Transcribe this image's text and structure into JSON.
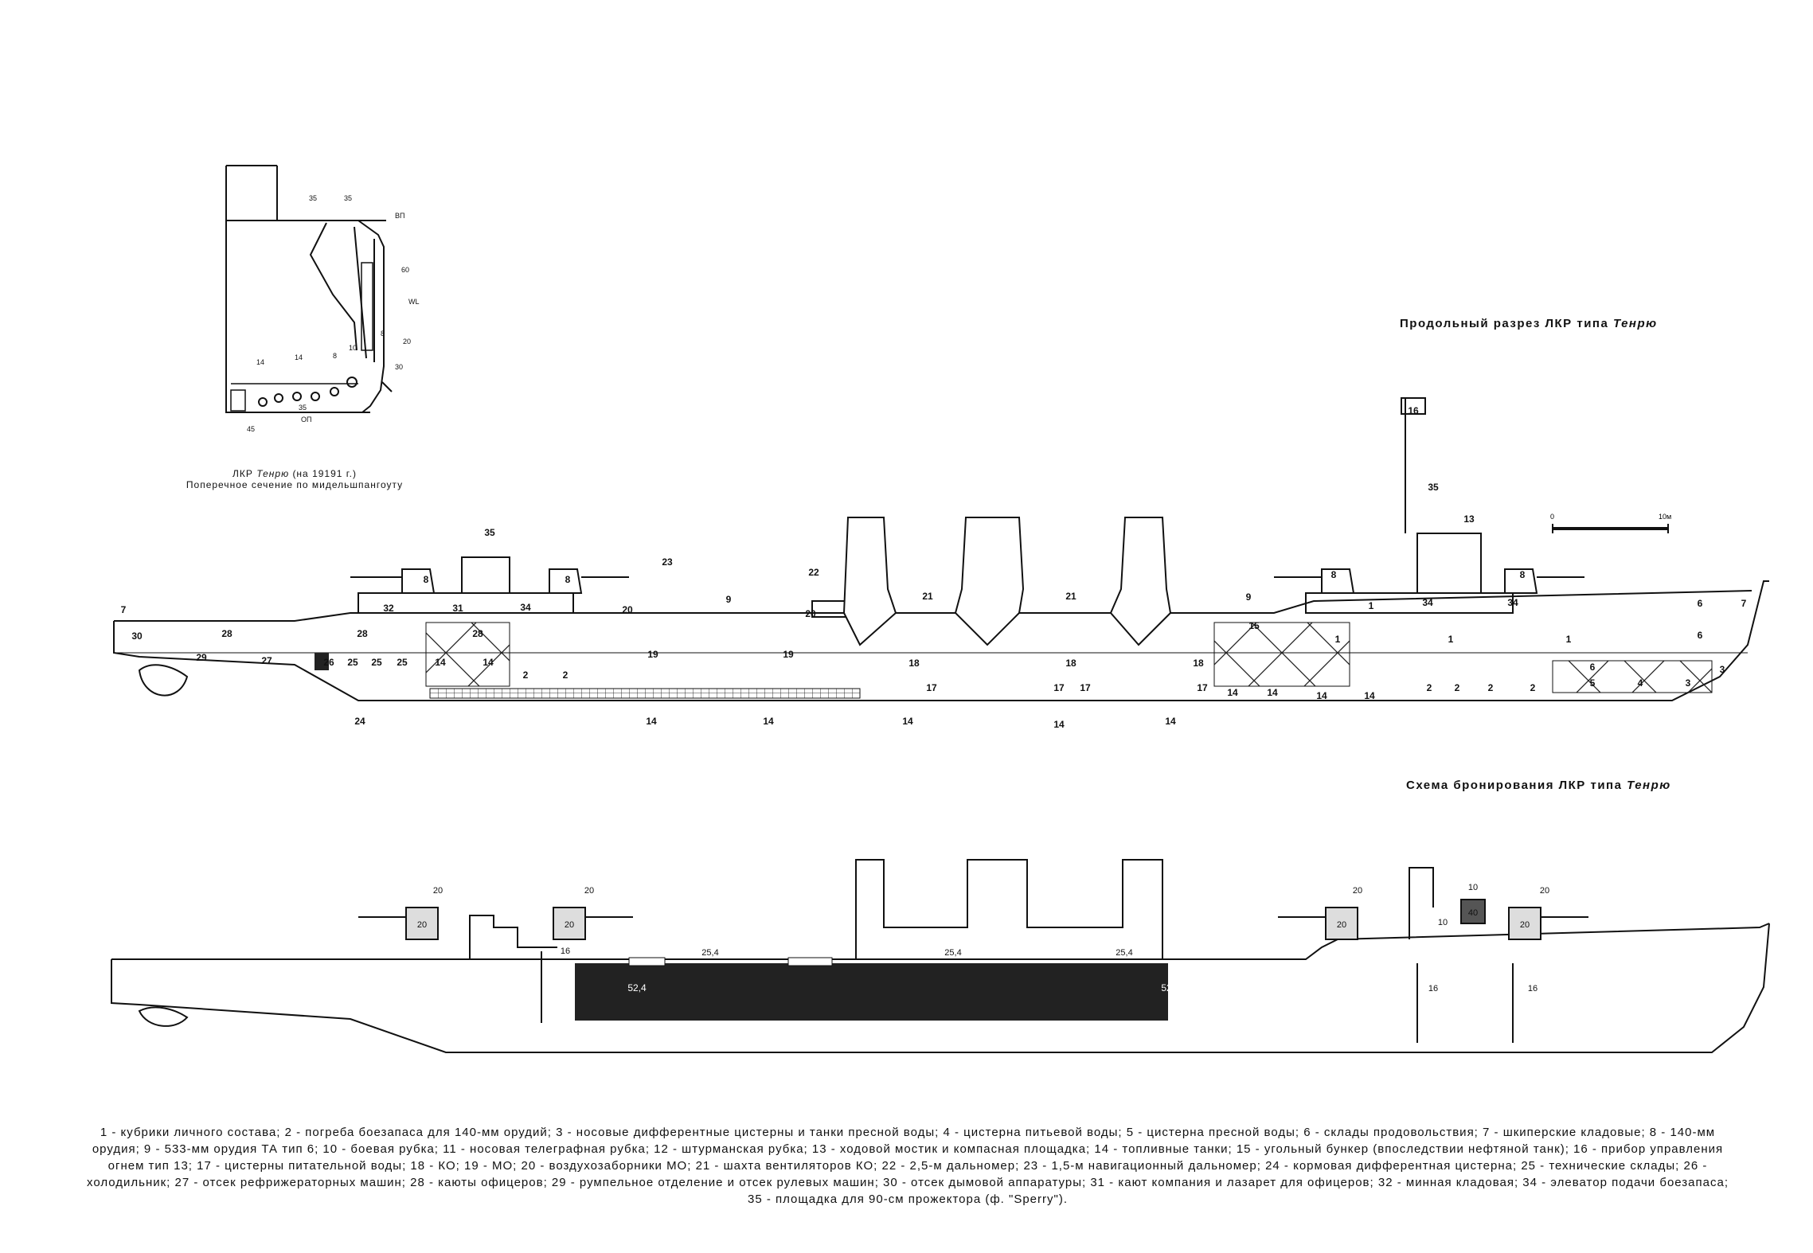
{
  "titles": {
    "section_text": "Продольный разрез ЛКР типа",
    "section_ship": "Тенрю",
    "armor_text": "Схема бронирования ЛКР типа",
    "armor_ship": "Тенрю"
  },
  "cross_section": {
    "caption_line1_a": "ЛКР",
    "caption_line1_ship": "Тенрю",
    "caption_line1_b": "(на 19191 г.)",
    "caption_line2": "Поперечное сечение по мидельшпангоуту",
    "callouts": [
      "35",
      "35",
      "ВП",
      "60",
      "WL",
      "8",
      "20",
      "30",
      "10",
      "8",
      "14",
      "14",
      "35",
      "ОП",
      "45"
    ]
  },
  "scale_bar": {
    "start": "0",
    "end": "10м"
  },
  "compartment_labels": [
    "7",
    "30",
    "28",
    "29",
    "27",
    "28",
    "26",
    "25",
    "25",
    "25",
    "14",
    "14",
    "28",
    "2",
    "2",
    "32",
    "31",
    "34",
    "35",
    "8",
    "8",
    "20",
    "23",
    "9",
    "19",
    "19",
    "22",
    "20",
    "21",
    "18",
    "21",
    "18",
    "18",
    "17",
    "17",
    "17",
    "17",
    "9",
    "15",
    "14",
    "14",
    "14",
    "14",
    "1",
    "1",
    "1",
    "1",
    "34",
    "34",
    "8",
    "8",
    "35",
    "13",
    "16",
    "2",
    "2",
    "2",
    "2",
    "6",
    "6",
    "7",
    "6",
    "5",
    "4",
    "3",
    "3",
    "24",
    "14",
    "14",
    "14",
    "14",
    "14"
  ],
  "armor_labels": {
    "gun_shield": "20",
    "conning_tower": "40",
    "conning_callout": "10",
    "belt": "52,4",
    "deck": "25,4",
    "bulkhead": "16"
  },
  "legend": "1 - кубрики личного состава; 2 - погреба боезапаса для 140-мм орудий; 3 - носовые дифферентные цистерны и танки пресной воды; 4 - цистерна питьевой воды; 5 - цистерна пресной воды; 6 - склады продовольствия; 7 - шкиперские кладовые; 8 - 140-мм орудия; 9 - 533-мм орудия ТА тип 6;  10 - боевая рубка; 11 - носовая телеграфная рубка; 12 - штурманская рубка; 13 - ходовой мостик и компасная площадка; 14 - топливные танки; 15 - угольный бункер (впоследствии нефтяной танк); 16 - прибор управления огнем тип 13; 17 - цистерны питательной воды; 18 - КО; 19 - МО; 20 - воздухозаборники МО; 21 - шахта вентиляторов КО; 22 - 2,5-м дальномер; 23 - 1,5-м навигационный дальномер; 24 - кормовая дифферентная цистерна; 25 - технические склады; 26 - холодильник; 27 - отсек рефрижераторных машин; 28 - каюты офицеров; 29 - румпельное отделение и отсек рулевых машин; 30 - отсек дымовой аппаратуры; 31  - кают компания и лазарет для офицеров; 32 - минная кладовая; 34 - элеватор подачи боезапаса; 35 - площадка для 90-см прожектора (ф. \"Sperry\")."
}
